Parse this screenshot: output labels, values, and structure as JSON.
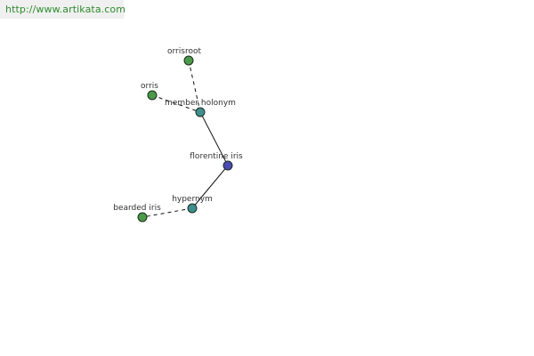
{
  "header": {
    "url": "http://www.artikata.com"
  },
  "colors": {
    "leaf_node": "#4a9a4a",
    "relation_node": "#3f8f8f",
    "center_node": "#4a4ab0"
  },
  "graph": {
    "nodes": [
      {
        "id": "orrisroot",
        "label": "orrisroot",
        "role": "leaf"
      },
      {
        "id": "orris",
        "label": "orris",
        "role": "leaf"
      },
      {
        "id": "member-holonym",
        "label": "member holonym",
        "role": "relation"
      },
      {
        "id": "florentine-iris",
        "label": "florentine iris",
        "role": "center"
      },
      {
        "id": "hypernym",
        "label": "hypernym",
        "role": "relation"
      },
      {
        "id": "bearded-iris",
        "label": "bearded iris",
        "role": "leaf"
      }
    ],
    "edges": [
      {
        "from": "orrisroot",
        "to": "member-holonym",
        "style": "dashed"
      },
      {
        "from": "orris",
        "to": "member-holonym",
        "style": "dashed"
      },
      {
        "from": "member-holonym",
        "to": "florentine-iris",
        "style": "solid"
      },
      {
        "from": "florentine-iris",
        "to": "hypernym",
        "style": "solid"
      },
      {
        "from": "hypernym",
        "to": "bearded-iris",
        "style": "dashed"
      }
    ]
  }
}
